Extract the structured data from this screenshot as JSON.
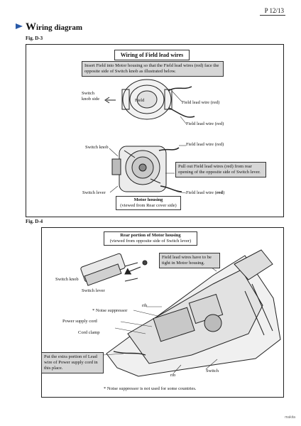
{
  "page": {
    "number": "P 12/13"
  },
  "header": {
    "title_initial": "W",
    "title_rest": "iring diagram"
  },
  "fig_d3": {
    "label": "Fig. D-3",
    "heading": "Wiring of Field lead wires",
    "note_top": "Insert Field into Motor housing so that the Field lead wires (red) face the opposite side of Switch knob as illustrated below.",
    "switch_knob_side": [
      "Switch",
      "knob side"
    ],
    "field": "Field",
    "field_lead_wire_1": "Field lead wire (red)",
    "field_lead_wire_2": "Field lead wire (red)",
    "switch_knob": "Switch knob",
    "field_lead_wire_3": "Field lead wire (red)",
    "note_pull": "Pull out Field lead wires (red) from rear opening of the opposite side of Switch lever.",
    "switch_lever": "Switch lever",
    "field_lead_wire_4_pre": "Field lead wire (",
    "field_lead_wire_4_bold": "red",
    "field_lead_wire_4_post": ")",
    "motor_housing": "Motor housing",
    "motor_housing_sub": "(viewed from Rear cover side)"
  },
  "fig_d4": {
    "label": "Fig. D-4",
    "heading": "Rear portion of Motor housing",
    "heading_sub": "(viewed from opposite side of Switch lever)",
    "note_tight": "Field lead wires have to be tight in Motor housing.",
    "switch_knob": "Switch knob",
    "switch_lever": "Switch lever",
    "rib_top": "rib",
    "noise_suppressor": "* Noise suppressor",
    "power_supply_cord": "Power supply cord",
    "cord_clamp": "Cord clamp",
    "note_extra": "Put the extra portion of Lead wire of Power supply cord in this place.",
    "rib_bottom": "rib",
    "switch": "Switch",
    "footnote": "* Noise suppressor is not used for some countries."
  },
  "footer_mark": "makita"
}
